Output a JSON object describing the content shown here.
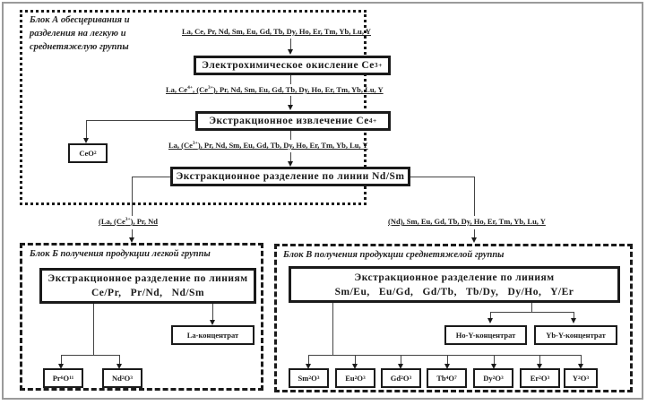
{
  "block_a": {
    "title_lines": [
      "Блок А обесцеривания и",
      "разделения на легкую и",
      "среднетяжелую группы"
    ],
    "flow_1": "La, Ce, Pr, Nd, Sm, Eu, Gd, Tb, Dy, Ho, Er, Tm, Yb, Lu, Y",
    "step_1": {
      "label": "Электрохимическое окисление Ce",
      "sup": "3+"
    },
    "flow_2": {
      "pre": "La, Ce",
      "sup1": "4+",
      "mid": ", (Ce",
      "sup2": "3+",
      "post": "), Pr, Nd, Sm, Eu, Gd, Tb, Dy, Ho, Er, Tm, Yb, Lu, Y"
    },
    "step_2": {
      "label": "Экстракционное извлечение Ce",
      "sup": "4+"
    },
    "ceo2": {
      "base": "CeO",
      "sub": "2"
    },
    "flow_3": {
      "pre": "La, (Ce",
      "sup": "3+",
      "post": "), Pr, Nd, Sm, Eu, Gd, Tb, Dy, Ho, Er, Tm, Yb, Lu, Y"
    },
    "step_3": "Экстракционное разделение по линии Nd/Sm"
  },
  "flow_light": {
    "pre": "(La, (Ce",
    "sup": "3+",
    "post": "), Pr, Nd"
  },
  "flow_heavy": "(Nd), Sm, Eu, Gd, Tb, Dy, Ho, Er, Tm, Yb, Lu, Y",
  "block_b": {
    "title": "Блок Б получения продукции легкой группы",
    "step_line1": "Экстракционное разделение по линиям",
    "step_line2": "Ce/Pr,   Pr/Nd,   Nd/Sm",
    "la_concentrate": "La-концентрат",
    "products": [
      {
        "base1": "Pr",
        "sub1": "6",
        "base2": "O",
        "sub2": "11"
      },
      {
        "base1": "Nd",
        "sub1": "2",
        "base2": "O",
        "sub2": "3"
      }
    ]
  },
  "block_c": {
    "title": "Блок В получения продукции среднетяжелой группы",
    "step_line1": "Экстракционное разделение по линиям",
    "step_line2": "Sm/Eu,   Eu/Gd,   Gd/Tb,   Tb/Dy,   Dy/Ho,   Y/Er",
    "concentrates": [
      "Ho-Y-концентрат",
      "Yb-Y-концентрат"
    ],
    "products": [
      {
        "base1": "Sm",
        "sub1": "2",
        "base2": "O",
        "sub2": "3"
      },
      {
        "base1": "Eu",
        "sub1": "2",
        "base2": "O",
        "sub2": "3"
      },
      {
        "base1": "Gd",
        "sub1": "2",
        "base2": "O",
        "sub2": "3"
      },
      {
        "base1": "Tb",
        "sub1": "4",
        "base2": "O",
        "sub2": "7"
      },
      {
        "base1": "Dy",
        "sub1": "2",
        "base2": "O",
        "sub2": "3"
      },
      {
        "base1": "Er",
        "sub1": "2",
        "base2": "O",
        "sub2": "3"
      },
      {
        "base1": "Y",
        "sub1": "2",
        "base2": "O",
        "sub2": "3"
      }
    ]
  }
}
